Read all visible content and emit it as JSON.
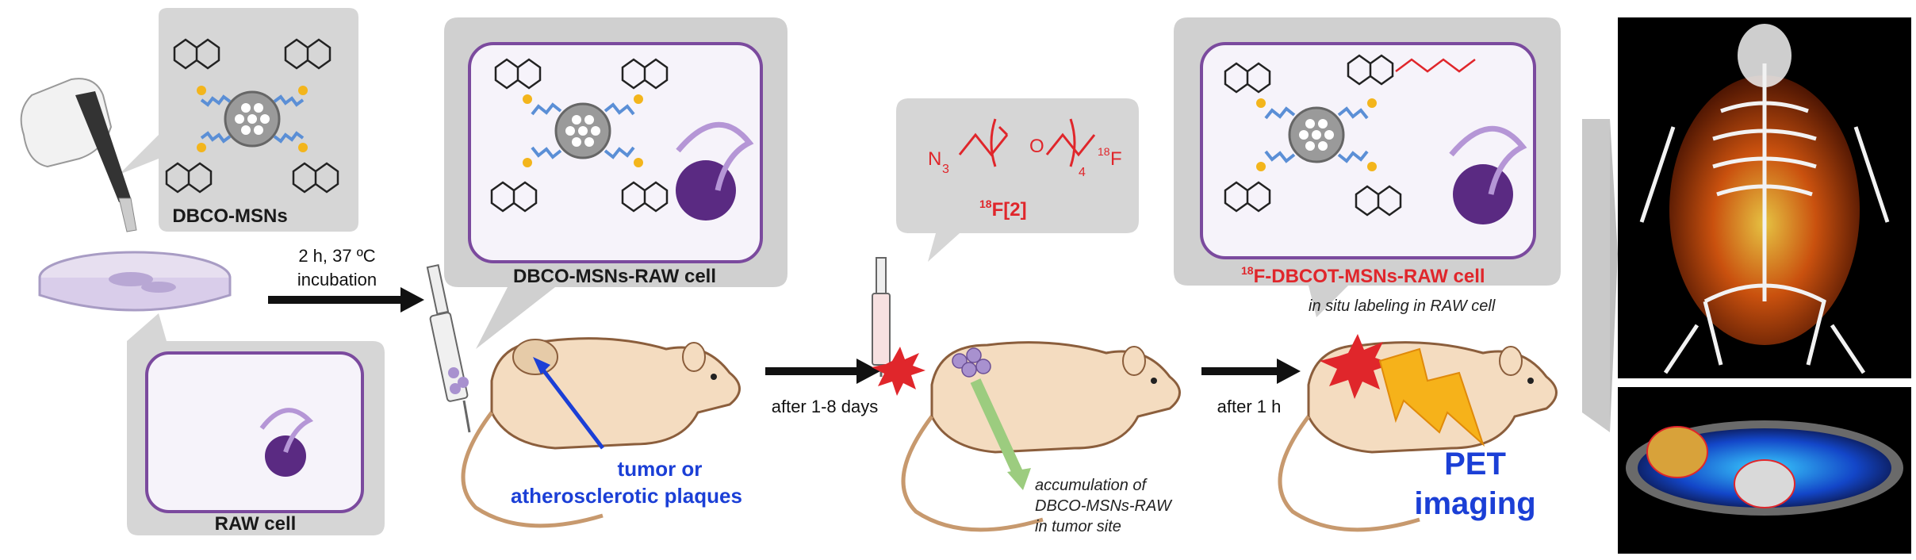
{
  "labels": {
    "dbco_msns": "DBCO-MSNs",
    "raw_cell": "RAW cell",
    "incubation_line1": "2 h, 37 ºC",
    "incubation_line2": "incubation",
    "dbco_msns_raw_cell": "DBCO-MSNs-RAW cell",
    "azide_n3": "N",
    "azide_sub": "3",
    "peg_o": "O",
    "peg_repeat": "4",
    "fluorine_iso": "18",
    "fluorine": "F",
    "tracer_iso": "18",
    "tracer_name": "F[",
    "tracer_num": "2",
    "tracer_close": "]",
    "after_days": "after 1-8 days",
    "target_line1": "tumor or",
    "target_line2": "atherosclerotic plaques",
    "accum_line1": "accumulation of",
    "accum_line2": "DBCO-MSNs-RAW",
    "accum_line3": "in tumor site",
    "after_hour": "after 1 h",
    "labeled_iso": "18",
    "labeled_cell": "F-DBCOT-MSNs-RAW cell",
    "insitu": "in situ labeling in RAW cell",
    "pet_line1": "PET",
    "pet_line2": "imaging"
  },
  "colors": {
    "cell_purple": "#7b4a9e",
    "nucleus": "#5a2a82",
    "panel_grey": "#cfcfcf",
    "mouse_body": "#f4dcc0",
    "arrow_black": "#111111",
    "red_text": "#e0262b",
    "blue_text": "#1b3fd6",
    "accum_arrow": "#9ccc7f",
    "lightning": "#f6b21a"
  }
}
